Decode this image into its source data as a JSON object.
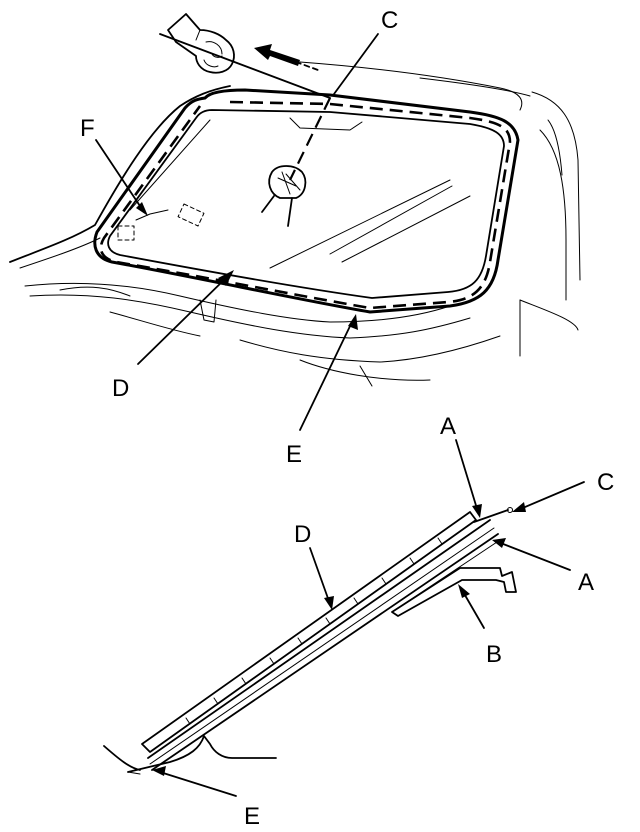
{
  "labels": {
    "c_top": "C",
    "f": "F",
    "d_top": "D",
    "e_top": "E",
    "a_upper": "A",
    "c_lower": "C",
    "a_lower": "A",
    "d_lower": "D",
    "b": "B",
    "e_lower": "E"
  },
  "colors": {
    "line": "#000000",
    "background": "#ffffff",
    "hand_fill": "#ffffff"
  },
  "icons": {
    "hand": "pulling-hand-icon",
    "arrow": "pull-direction-arrow-icon",
    "mirror": "rearview-mirror-icon"
  }
}
